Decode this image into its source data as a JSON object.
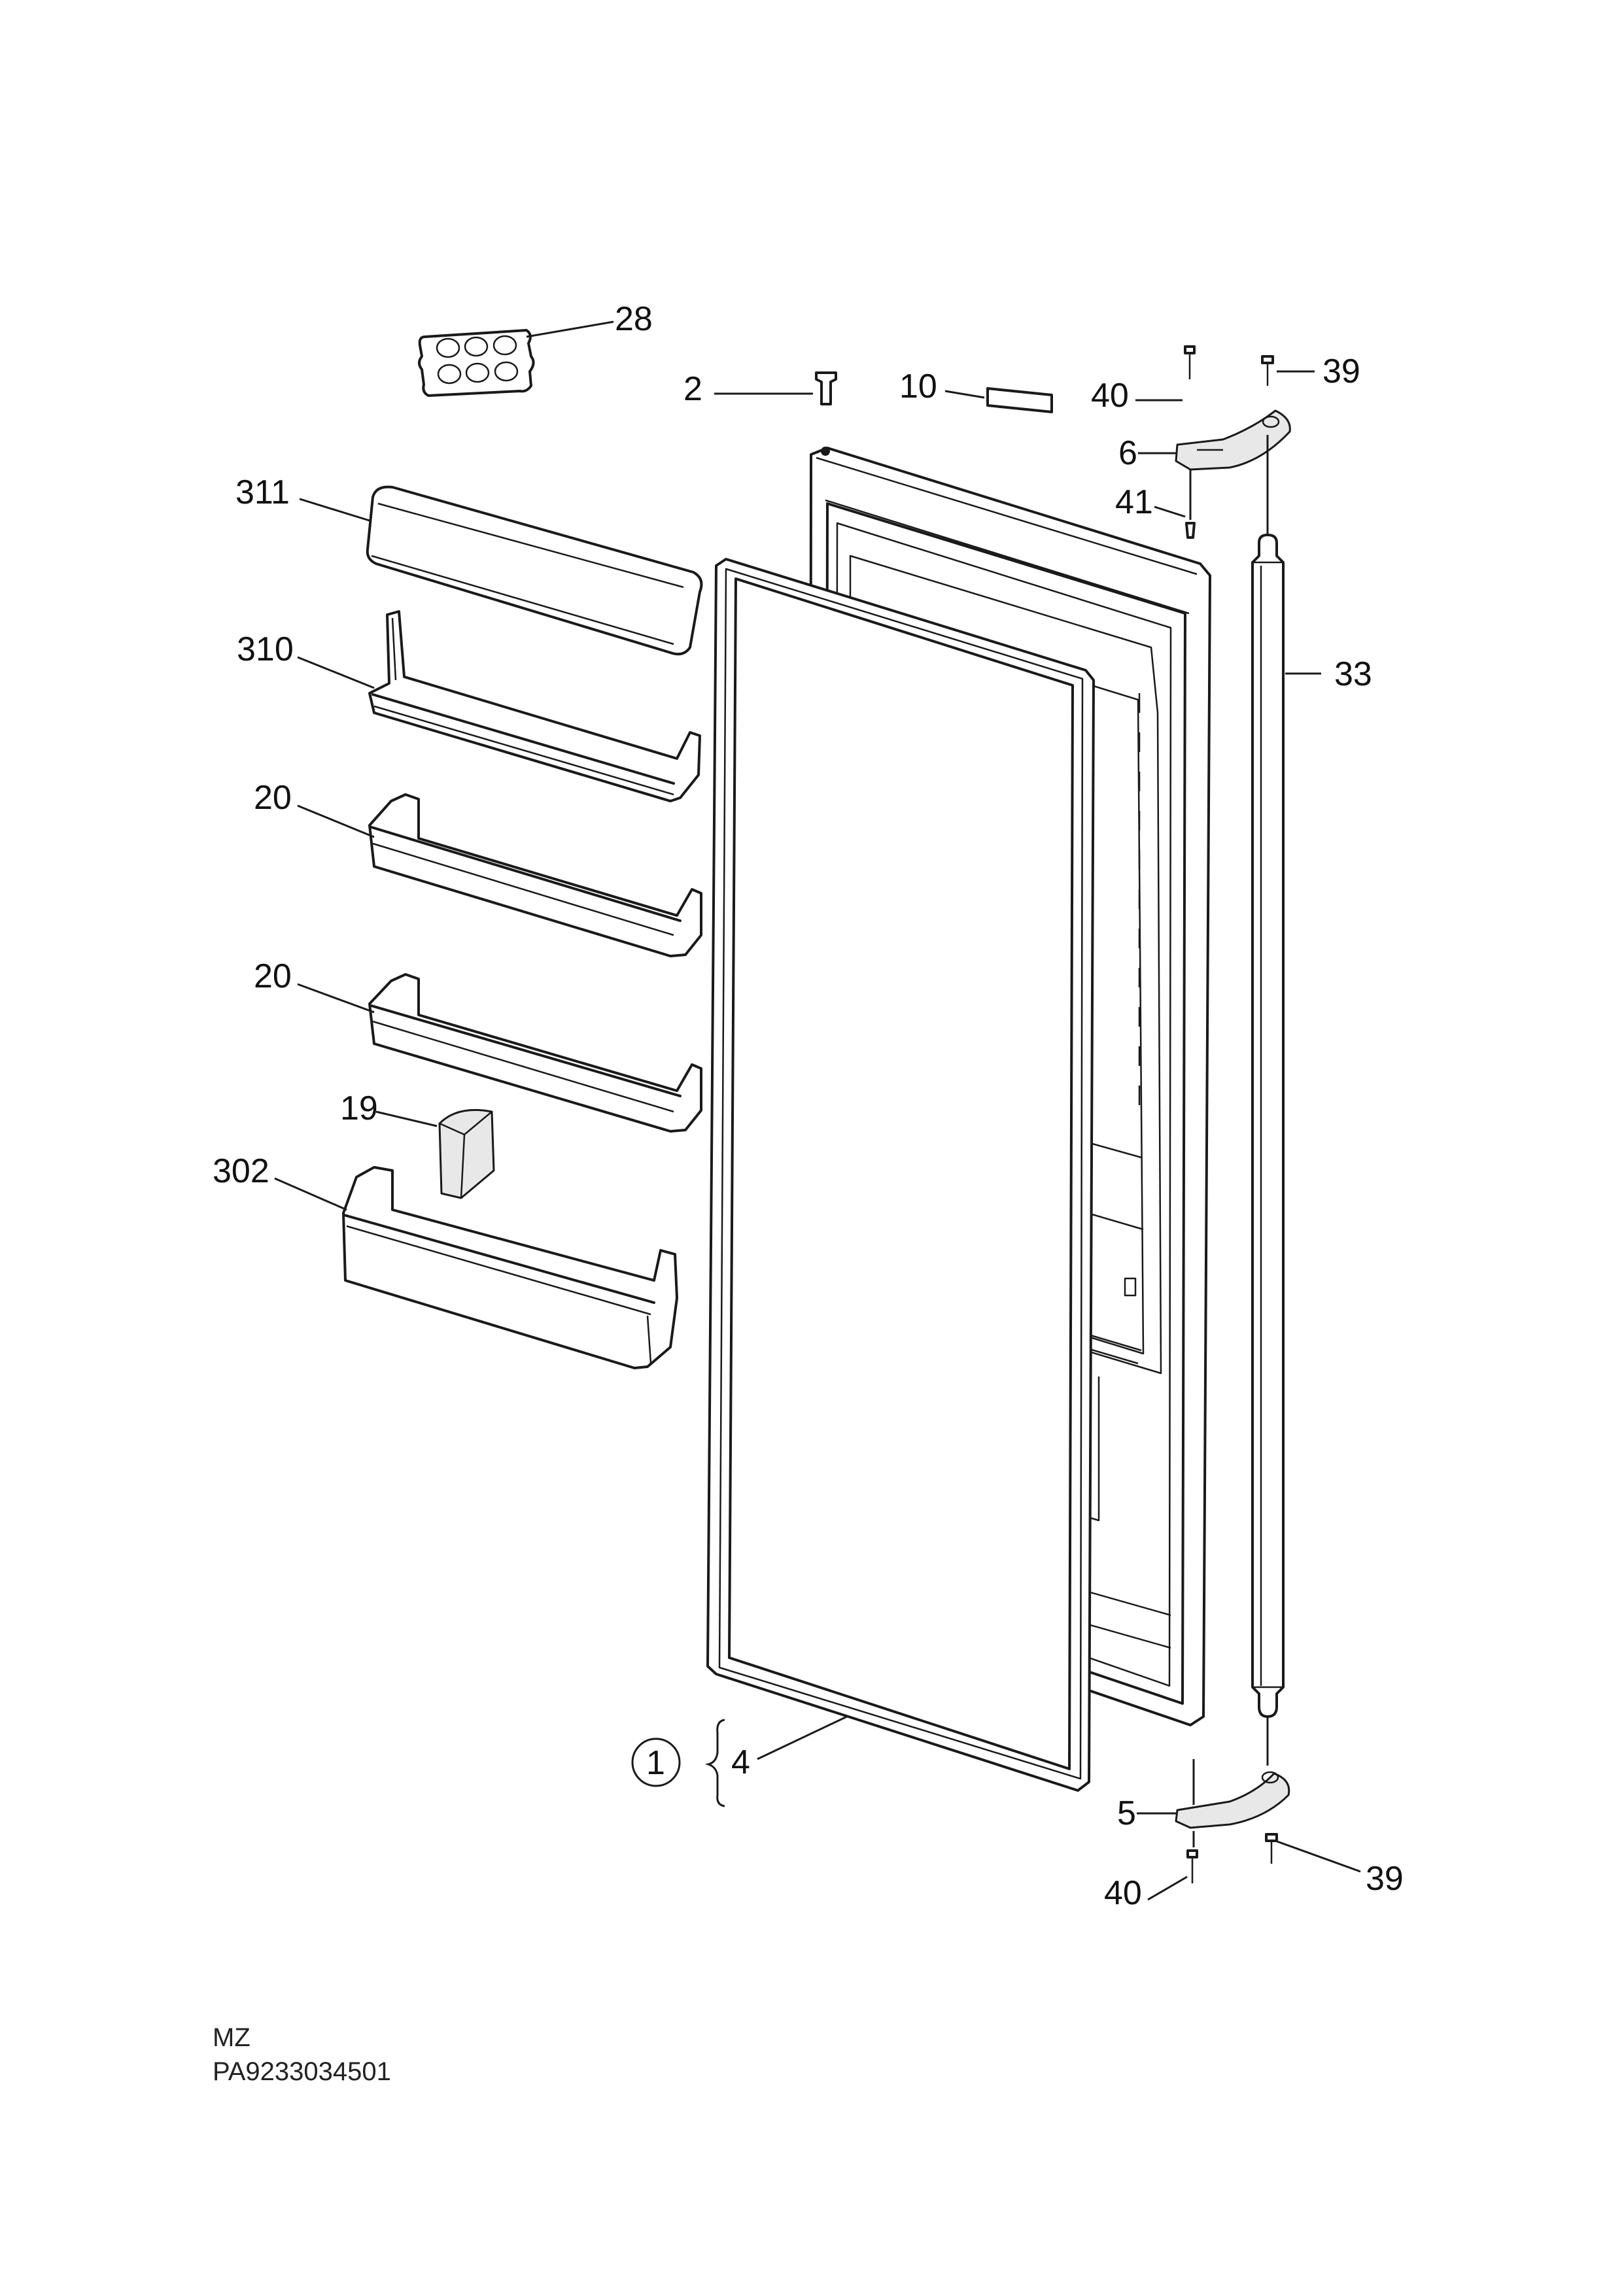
{
  "labels": {
    "p28": "28",
    "p2": "2",
    "p10": "10",
    "p40_top": "40",
    "p39_top": "39",
    "p6": "6",
    "p41": "41",
    "p33": "33",
    "p311": "311",
    "p310": "310",
    "p20_a": "20",
    "p20_b": "20",
    "p19": "19",
    "p302": "302",
    "p1": "1",
    "p4": "4",
    "p5": "5",
    "p39_bottom": "39",
    "p40_bottom": "40"
  },
  "footer": {
    "model": "MZ",
    "code": "PA9233034501"
  }
}
